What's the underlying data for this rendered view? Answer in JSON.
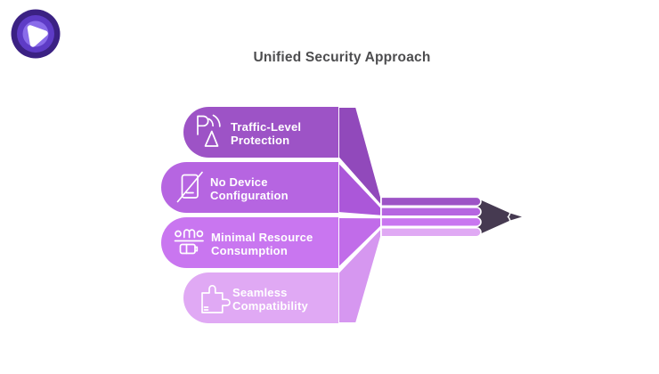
{
  "title": {
    "text": "Unified Security Approach",
    "color": "#4d4d4f"
  },
  "logo": {
    "name": "brand-logo",
    "ring_outer": "#3b2183",
    "ring_mid": "#5e3bc6",
    "ring_inner": "#8a6cea",
    "core": "#ffffff"
  },
  "diagram": {
    "text_color": "#ffffff",
    "pencil": {
      "tip_color": "#463a51"
    },
    "items": [
      {
        "id": "traffic-level-protection",
        "icon": "signal-protection-icon",
        "lines": [
          "Traffic-Level",
          "Protection"
        ],
        "bar_color": "#9d53c6",
        "funnel_color": "#9149bb",
        "stripe_color": "#9d53c6"
      },
      {
        "id": "no-device-configuration",
        "icon": "no-device-icon",
        "lines": [
          "No Device",
          "Configuration"
        ],
        "bar_color": "#b665e1",
        "funnel_color": "#ab57d9",
        "stripe_color": "#b665e1"
      },
      {
        "id": "minimal-resource-consumption",
        "icon": "minimal-resource-icon",
        "lines": [
          "Minimal Resource",
          "Consumption"
        ],
        "bar_color": "#c976f0",
        "funnel_color": "#c16ce9",
        "stripe_color": "#c976f0"
      },
      {
        "id": "seamless-compatibility",
        "icon": "compatibility-puzzle-icon",
        "lines": [
          "Seamless",
          "Compatibility"
        ],
        "bar_color": "#e0a9f4",
        "funnel_color": "#d697f0",
        "stripe_color": "#e0a9f4"
      }
    ]
  }
}
